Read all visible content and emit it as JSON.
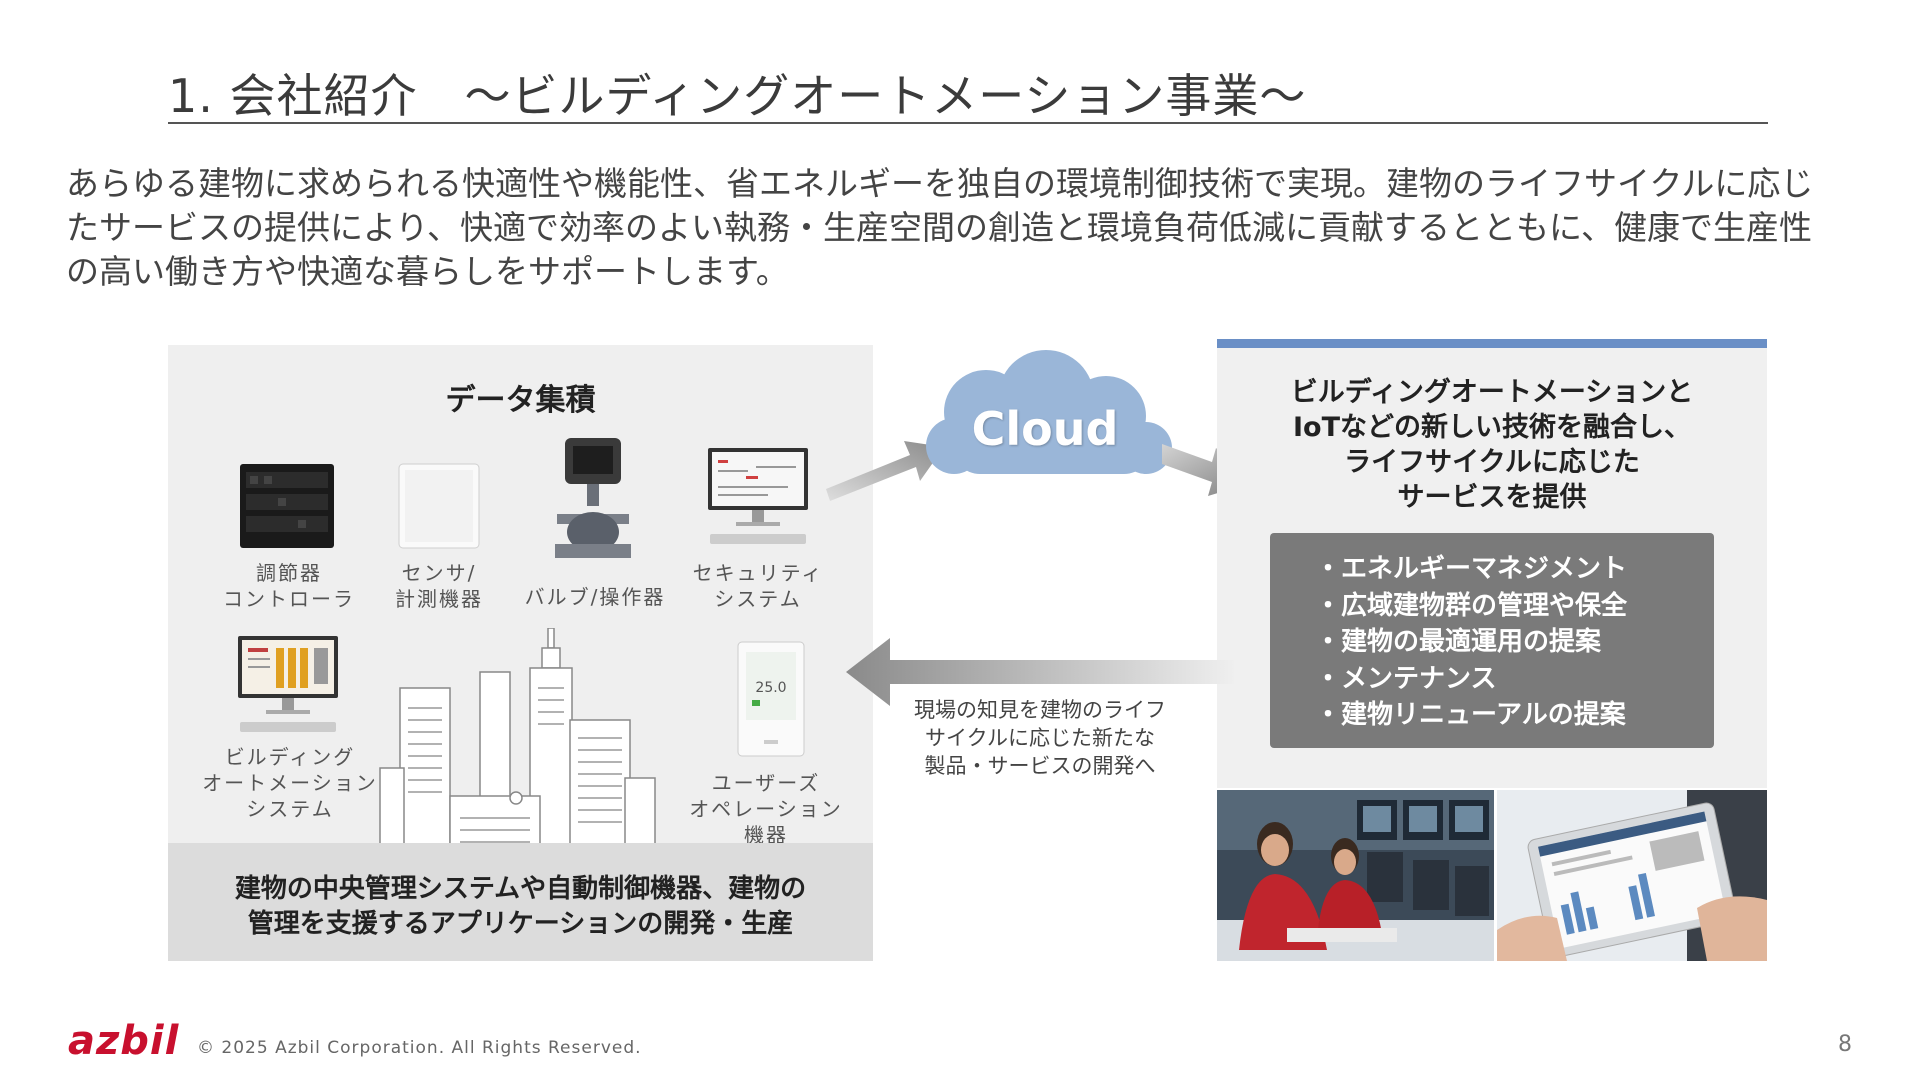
{
  "title": "1. 会社紹介　～ビルディングオートメーション事業～",
  "intro": "あらゆる建物に求められる快適性や機能性、省エネルギーを独自の環境制御技術で実現。建物のライフサイクルに応じたサービスの提供により、快適で効率のよい執務・生産空間の創造と環境負荷低減に貢献するとともに、健康で生産性の高い働き方や快適な暮らしをサポートします。",
  "left_panel": {
    "heading": "データ集積",
    "devices": [
      {
        "line1": "調節器",
        "line2": "コントローラ"
      },
      {
        "line1": "センサ/",
        "line2": "計測機器"
      },
      {
        "line1": "バルブ/操作器",
        "line2": ""
      },
      {
        "line1": "セキュリティ",
        "line2": "システム"
      },
      {
        "line1": "ビルディング",
        "line2": "オートメーション",
        "line3": "システム"
      },
      {
        "line1": "ユーザーズ",
        "line2": "オペレーション",
        "line3": "機器"
      }
    ],
    "footer_line1": "建物の中央管理システムや自動制御機器、建物の",
    "footer_line2": "管理を支援するアプリケーションの開発・生産",
    "thermostat_reading": "25.0"
  },
  "cloud_label": "Cloud",
  "right_panel": {
    "heading_lines": [
      "ビルディングオートメーションと",
      "IoTなどの新しい技術を融合し、",
      "ライフサイクルに応じた",
      "サービスを提供"
    ],
    "services": [
      "・エネルギーマネジメント",
      "・広域建物群の管理や保全",
      "・建物の最適運用の提案",
      "・メンテナンス",
      "・建物リニューアルの提案"
    ]
  },
  "feedback_lines": [
    "現場の知見を建物のライフ",
    "サイクルに応じた新たな",
    "製品・サービスの開発へ"
  ],
  "footer": {
    "logo": "azbil",
    "copyright": "© 2025 Azbil Corporation. All Rights Reserved.",
    "page_number": "8"
  },
  "colors": {
    "accent_bar": "#6a8fc6",
    "cloud": "#9ab6d8",
    "logo": "#c8102e",
    "services_box": "#7a7a7a"
  }
}
